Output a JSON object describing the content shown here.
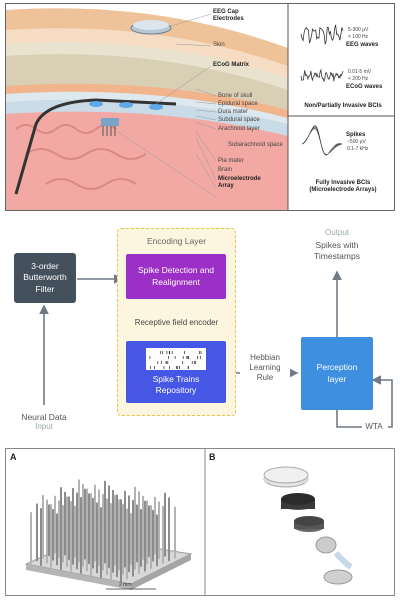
{
  "top_panel": {
    "anatomy_labels": {
      "eeg_cap": "EEG Cap",
      "electrodes": "Electrodes",
      "skin": "Skin",
      "ecog_matrix": "ECoG Matrix",
      "bone": "Bone of skull",
      "epidural": "Epidural space",
      "dura": "Dura mater",
      "subdural": "Subdural space",
      "arachnoid": "Arachnoid layer",
      "subarachnoid": "Subarachnoid space",
      "pia": "Pia mater",
      "brain": "Brain",
      "microelectrode_1": "Microelectrode",
      "microelectrode_2": "Array"
    },
    "eeg": {
      "amp": "5-300 μV",
      "freq": "< 100 Hz",
      "name": "EEG waves"
    },
    "ecog": {
      "amp": "0.01-5 mV",
      "freq": "< 200 Hz",
      "name": "ECoG waves"
    },
    "non_invasive_title": "Non/Partially Invasive BCIs",
    "spikes": {
      "name": "Spikes",
      "amp": "~500 μV",
      "freq": "0.1-7 kHz"
    },
    "fully_invasive_1": "Fully Invasive BCIs",
    "fully_invasive_2": "(Microelectrode Arrays)"
  },
  "middle_panel": {
    "filter_1": "3-order",
    "filter_2": "Butterworth",
    "filter_3": "Filter",
    "encoding_layer": "Encoding Layer",
    "spike_detection_1": "Spike Detection and",
    "spike_detection_2": "Realignment",
    "receptive_field": "Receptive field encoder",
    "spike_trains_1": "Spike Trains",
    "spike_trains_2": "Repository",
    "hebbian_1": "Hebbian",
    "hebbian_2": "Learning",
    "hebbian_3": "Rule",
    "perception_1": "Perception",
    "perception_2": "layer",
    "output_label": "Output",
    "spikes_ts_1": "Spikes with",
    "spikes_ts_2": "Timestamps",
    "neural_data": "Neural Data",
    "input_label": "Input",
    "wta": "WTA"
  },
  "bottom_panel": {
    "label_a": "A",
    "label_b": "B",
    "scale": "2 mm"
  },
  "colors": {
    "filter_box": "#44505c",
    "spike_detection": "#9b2fc6",
    "spike_trains": "#4657e6",
    "perception": "#3f8fe0",
    "encoding_fill": "#fdf6de",
    "encoding_border": "#e7c259",
    "arrow": "#6f7a86"
  }
}
